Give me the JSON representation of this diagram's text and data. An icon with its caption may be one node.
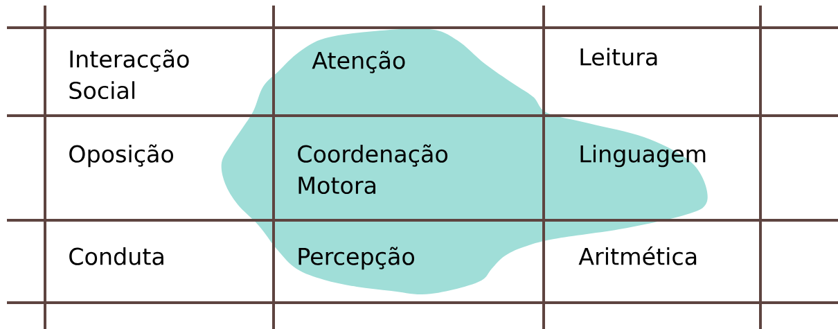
{
  "diagram": {
    "labels": [
      "Interacção Social",
      "Atenção",
      "Leitura",
      "Oposição",
      "Coordenação Motora",
      "Linguagem",
      "Conduta",
      "Percepção",
      "Aritmética"
    ]
  }
}
